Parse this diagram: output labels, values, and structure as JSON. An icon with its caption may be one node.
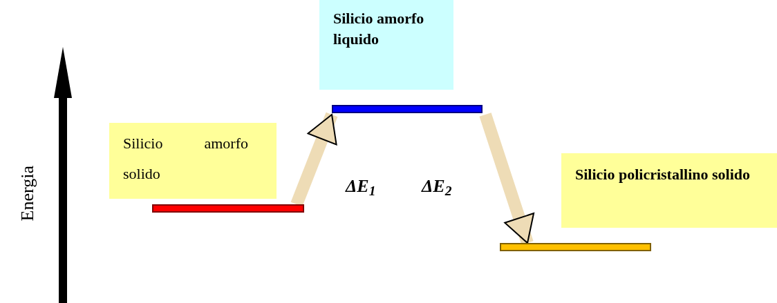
{
  "diagram": {
    "nodes": [
      {
        "text": [
          "Silicio amorfo solido"
        ]
      },
      {
        "text": [
          "Silicio amorfo liquido"
        ]
      },
      {
        "text": [
          "Silicio policristallino solido"
        ]
      },
      {
        "text": [],
        "shape": "bar"
      },
      {
        "text": [],
        "shape": "bar"
      },
      {
        "text": [],
        "shape": "bar"
      }
    ],
    "edges": [
      {
        "from": 3,
        "to": 4,
        "arrow": "to"
      },
      {
        "from": 4,
        "to": 5,
        "arrow": "to"
      }
    ],
    "labels": [
      "Energia",
      "ΔE$_{1}$",
      "ΔE$_{2}$"
    ]
  }
}
